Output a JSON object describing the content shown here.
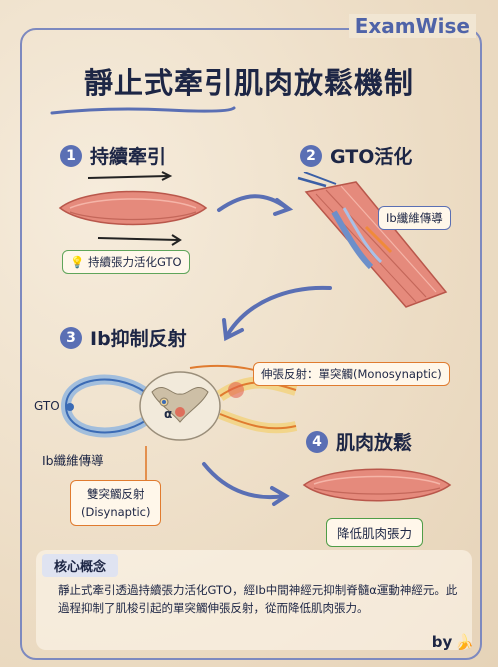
{
  "brand": "ExamWise",
  "title": "靜止式牽引肌肉放鬆機制",
  "steps": [
    {
      "num": "1",
      "label": "持續牽引"
    },
    {
      "num": "2",
      "label": "GTO活化"
    },
    {
      "num": "3",
      "label": "Ib抑制反射"
    },
    {
      "num": "4",
      "label": "肌肉放鬆"
    }
  ],
  "tags": {
    "gto_activate": "持續張力活化GTO",
    "ib_fiber_top": "Ib纖維傳導",
    "stretch_reflex": "伸張反射：單突觸(Monosynaptic)",
    "gto_label": "GTO",
    "ib_fiber_bottom": "Ib纖維傳導",
    "alpha": "α",
    "disynaptic_line1": "雙突觸反射",
    "disynaptic_line2": "(Disynaptic)",
    "reduce_tension": "降低肌肉張力"
  },
  "concept": {
    "title": "核心概念",
    "text": "靜止式牽引透過持續張力活化GTO，經Ib中間神經元抑制脊髓α運動神經元。此過程抑制了肌梭引起的單突觸伸張反射，從而降低肌肉張力。"
  },
  "footer": {
    "by": "by"
  },
  "colors": {
    "accent": "#5a6fb4",
    "muscle": "#e07a6e",
    "orange": "#e07b2f",
    "green": "#5fa55a"
  }
}
